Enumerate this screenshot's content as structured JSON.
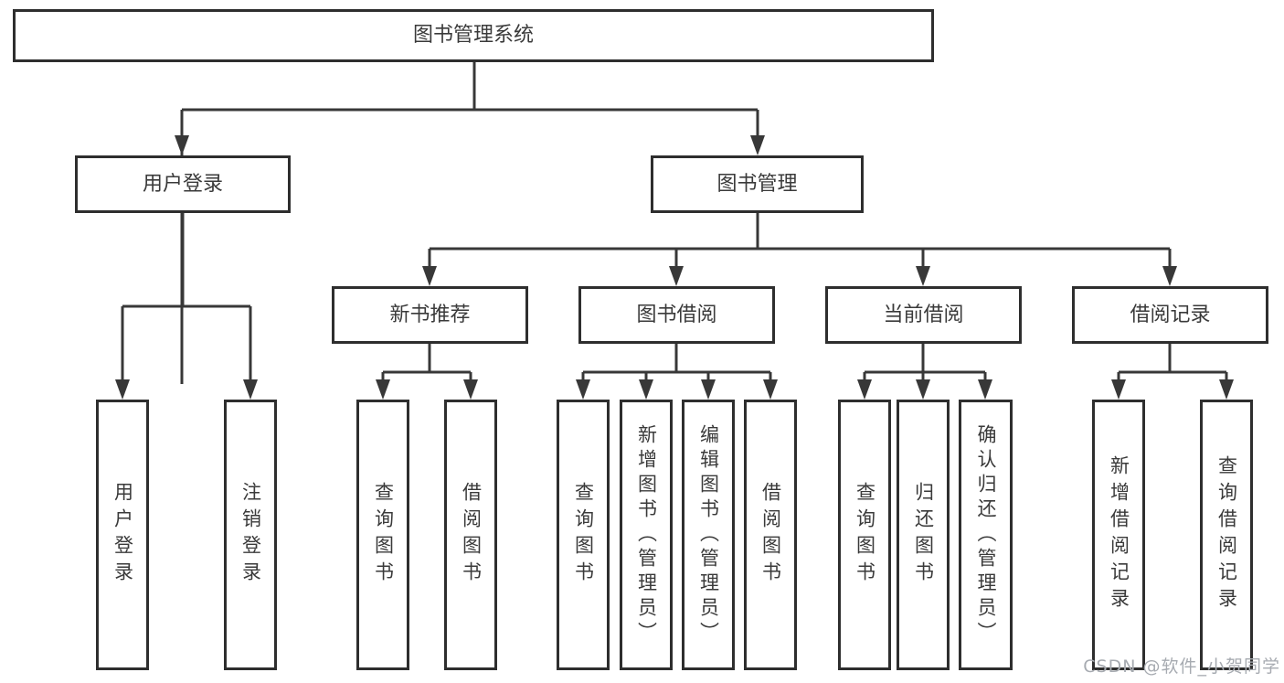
{
  "diagram": {
    "watermark": "CSDN @软件_小贺同学",
    "colors": {
      "background": "#ffffff",
      "line": "#383838",
      "box_border": "#2e2e2e",
      "box_fill": "#ffffff",
      "text": "#3a3a3a",
      "watermark": "#a7abb1"
    },
    "tree": {
      "root": {
        "label": "图书管理系统"
      },
      "branches": [
        {
          "label": "用户登录",
          "children": [
            {
              "label": "用户登录"
            },
            {
              "label": "注销登录"
            }
          ]
        },
        {
          "label": "图书管理",
          "children": [
            {
              "label": "新书推荐",
              "children": [
                {
                  "label": "查询图书"
                },
                {
                  "label": "借阅图书"
                }
              ]
            },
            {
              "label": "图书借阅",
              "children": [
                {
                  "label": "查询图书"
                },
                {
                  "label": "新增图书（管理员）"
                },
                {
                  "label": "编辑图书（管理员）"
                },
                {
                  "label": "借阅图书"
                }
              ]
            },
            {
              "label": "当前借阅",
              "children": [
                {
                  "label": "查询图书"
                },
                {
                  "label": "归还图书"
                },
                {
                  "label": "确认归还（管理员）"
                }
              ]
            },
            {
              "label": "借阅记录",
              "children": [
                {
                  "label": "新增借阅记录"
                },
                {
                  "label": "查询借阅记录"
                }
              ]
            }
          ]
        }
      ]
    }
  }
}
